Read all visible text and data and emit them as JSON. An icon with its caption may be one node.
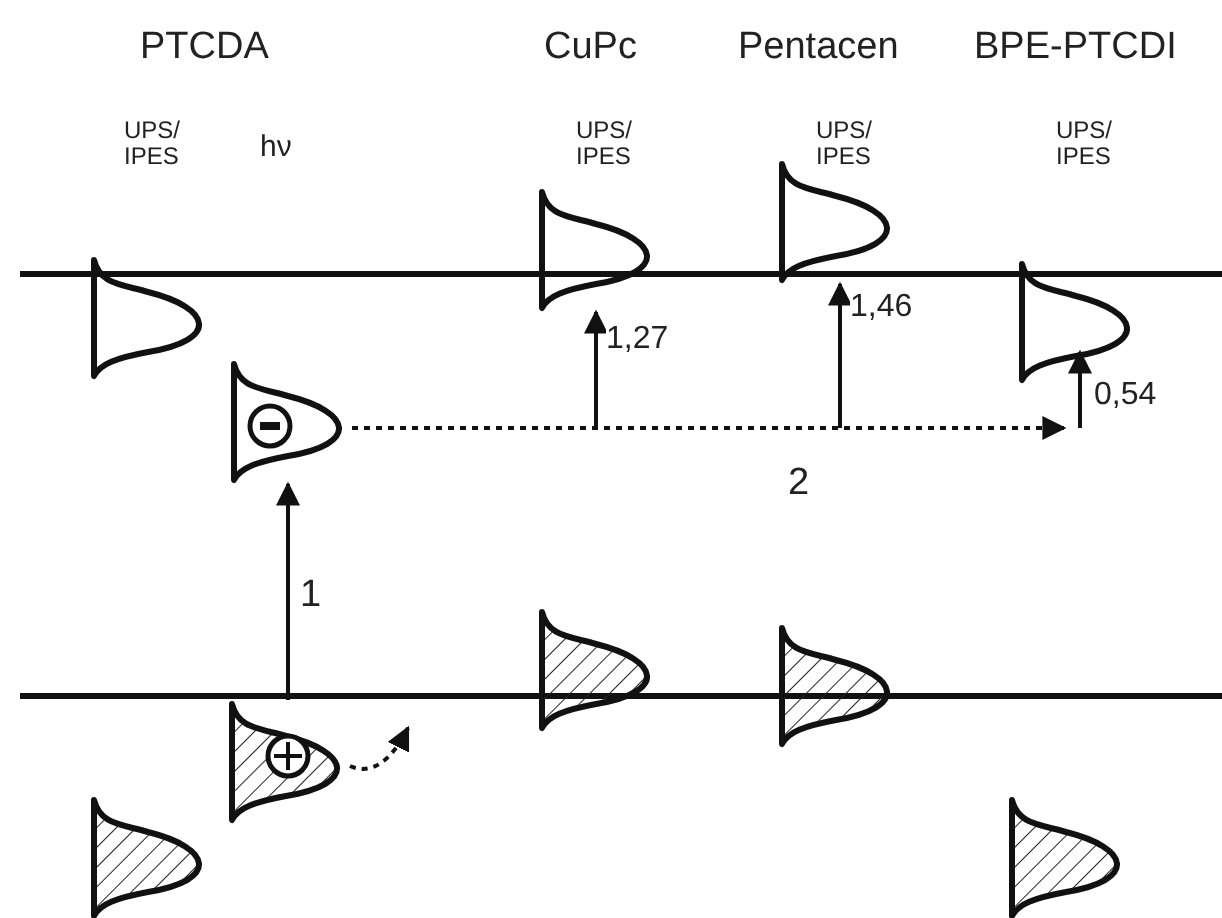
{
  "diagram": {
    "nodes": [
      {
        "text": [],
        "shape": "peak"
      },
      {
        "text": [],
        "shape": "peak"
      },
      {
        "text": [],
        "shape": "peak"
      },
      {
        "text": [],
        "shape": "peak"
      },
      {
        "text": [],
        "shape": "peak"
      },
      {
        "text": [],
        "shape": "peak"
      },
      {
        "text": [],
        "shape": "peak"
      },
      {
        "text": [],
        "shape": "peak"
      },
      {
        "text": [],
        "shape": "peak"
      },
      {
        "text": [],
        "shape": "peak"
      }
    ],
    "edges": [
      {
        "from": 6,
        "to": 1,
        "arrow": "to",
        "label": "1"
      },
      {
        "from": 1,
        "to": null,
        "arrow": "to",
        "label": "2",
        "style": "dashed"
      },
      {
        "from": null,
        "to": 2,
        "arrow": "to",
        "label": "1,27"
      },
      {
        "from": null,
        "to": 3,
        "arrow": "to",
        "label": "1,46"
      },
      {
        "from": null,
        "to": 4,
        "arrow": "to",
        "label": "0,54"
      },
      {
        "from": 6,
        "to": null,
        "arrow": "to",
        "style": "dashed"
      }
    ],
    "labels": [
      "PTCDA",
      "CuPc",
      "Pentacen",
      "BPE-PTCDI",
      "UPS/ IPES",
      "hν",
      "UPS/ IPES",
      "UPS/ IPES",
      "UPS/ IPES"
    ]
  }
}
